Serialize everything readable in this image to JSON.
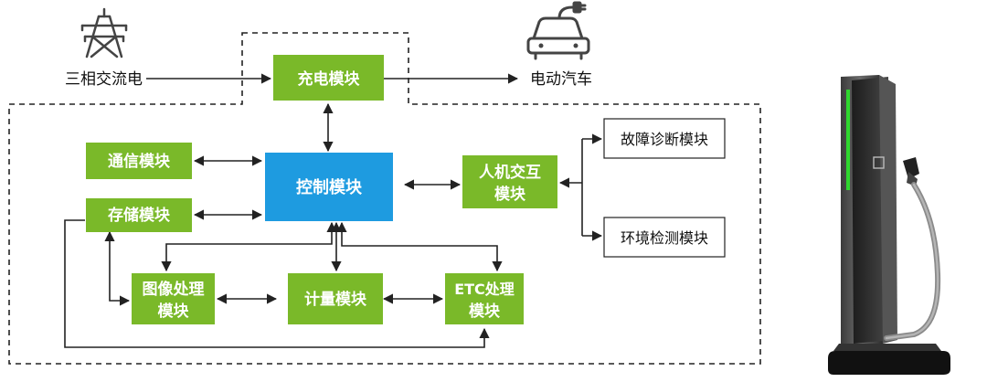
{
  "colors": {
    "green": "#7AB929",
    "blue": "#1E9BE0",
    "box_text": "#ffffff",
    "dark_text": "#111111",
    "line": "#222222"
  },
  "labels": {
    "power_source": "三相交流电",
    "vehicle": "电动汽车"
  },
  "modules": {
    "charging": "充电模块",
    "control": "控制模块",
    "communication": "通信模块",
    "storage": "存储模块",
    "hmi_line1": "人机交互",
    "hmi_line2": "模块",
    "fault": "故障诊断模块",
    "environment": "环境检测模块",
    "image_line1": "图像处理",
    "image_line2": "模块",
    "metering": "计量模块",
    "etc_line1": "ETC处理",
    "etc_line2": "模块"
  },
  "icons": [
    "power-tower-icon",
    "electric-car-icon",
    "charging-pile-image"
  ]
}
